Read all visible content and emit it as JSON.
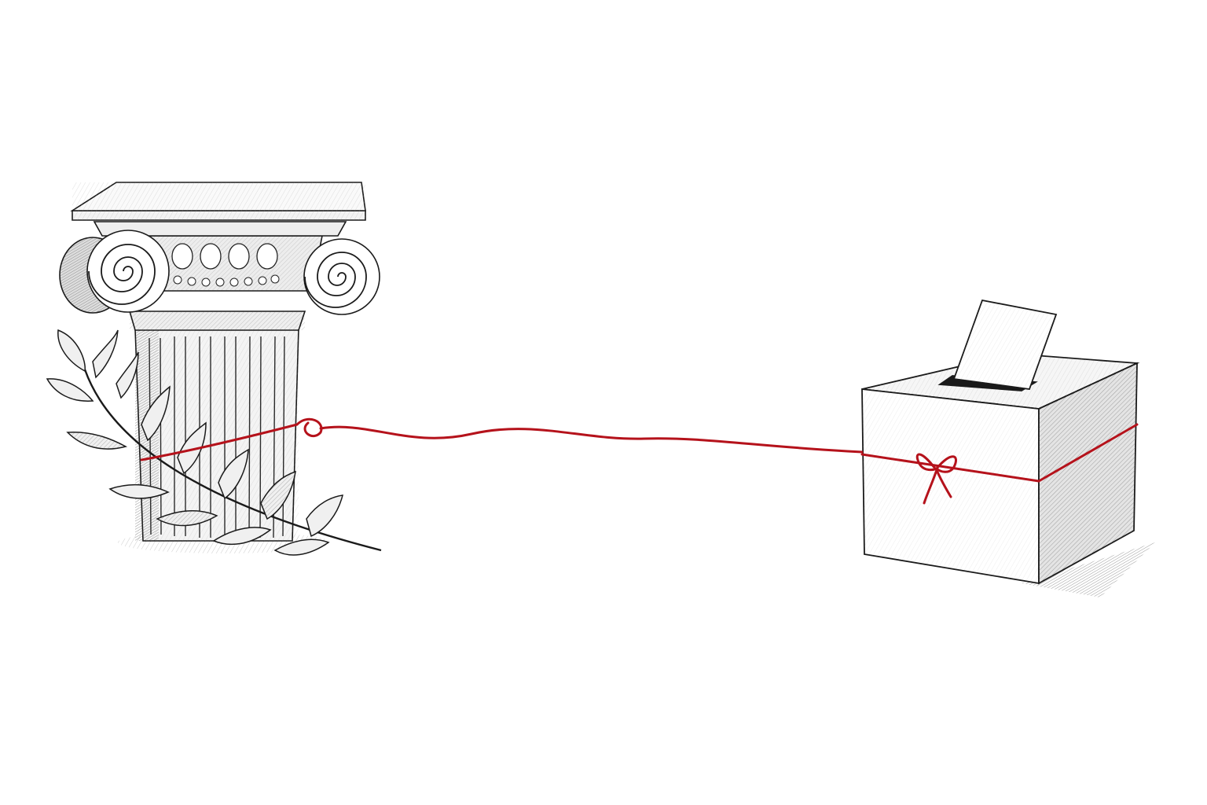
{
  "scene": {
    "background": "#ffffff",
    "ink_color": "#1a1a1a",
    "thread_color": "#b5121b",
    "objects": [
      "ionic-column",
      "laurel-branch",
      "red-thread",
      "ballot-box",
      "ballot-paper"
    ]
  }
}
